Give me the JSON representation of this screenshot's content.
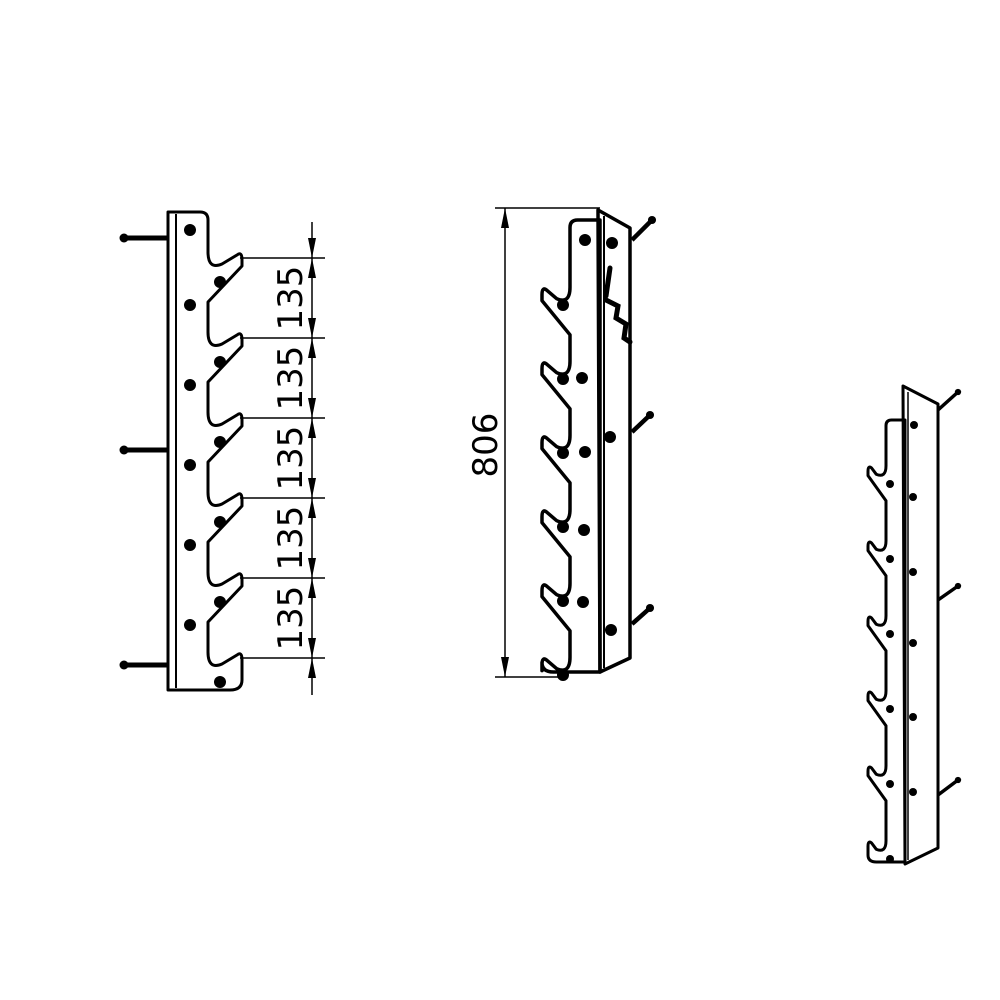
{
  "drawing": {
    "line_color": "#000000",
    "background": "#ffffff",
    "hook_spacing_labels": [
      "135",
      "135",
      "135",
      "135",
      "135"
    ],
    "overall_height_label": "806",
    "hook_count": 6
  }
}
